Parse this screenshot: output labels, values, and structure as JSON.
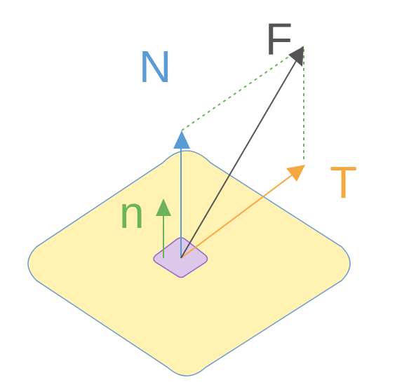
{
  "labels": {
    "force": "F",
    "normal_component": "N",
    "tangential_component": "T",
    "unit_normal": "n"
  },
  "colors": {
    "surface_fill": "#fff2b3",
    "surface_stroke": "#6c9bd2",
    "patch_fill": "#dcc8eb",
    "patch_stroke": "#9b63c9",
    "force": "#555555",
    "normal": "#5b9bd5",
    "tangential": "#f5a742",
    "unit_normal": "#6db35c",
    "guide_lines": "#6db35c"
  }
}
